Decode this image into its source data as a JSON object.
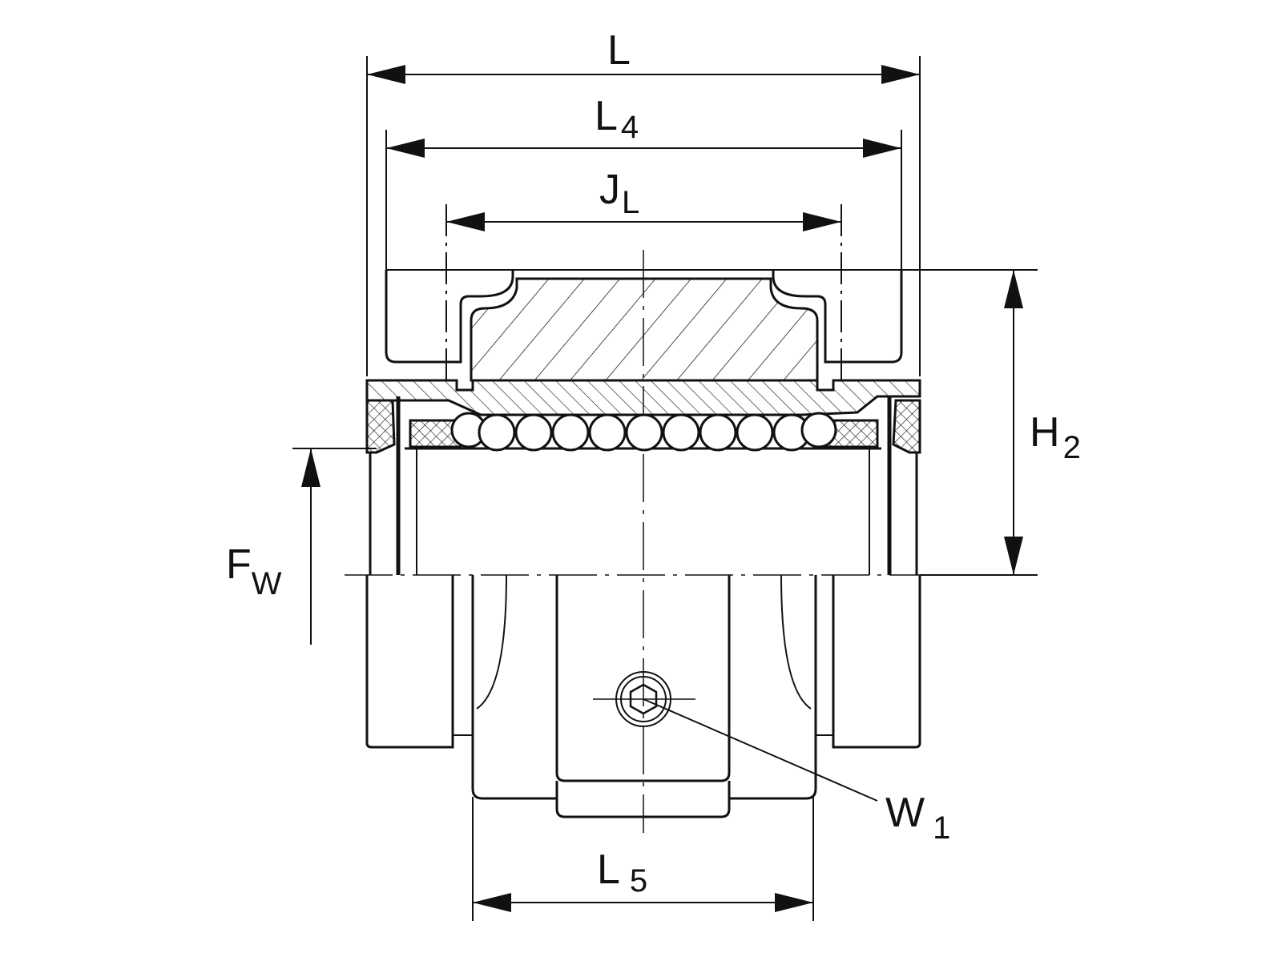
{
  "dimensions": {
    "L": {
      "main": "L",
      "sub": ""
    },
    "L4": {
      "main": "L",
      "sub": "4"
    },
    "JL": {
      "main": "J",
      "sub": "L"
    },
    "H2": {
      "main": "H",
      "sub": "2"
    },
    "FW": {
      "main": "F",
      "sub": "W"
    },
    "W1": {
      "main": "W",
      "sub": "1"
    },
    "L5": {
      "main": "L",
      "sub": "5"
    }
  },
  "colors": {
    "line": "#111111",
    "background": "#ffffff"
  }
}
